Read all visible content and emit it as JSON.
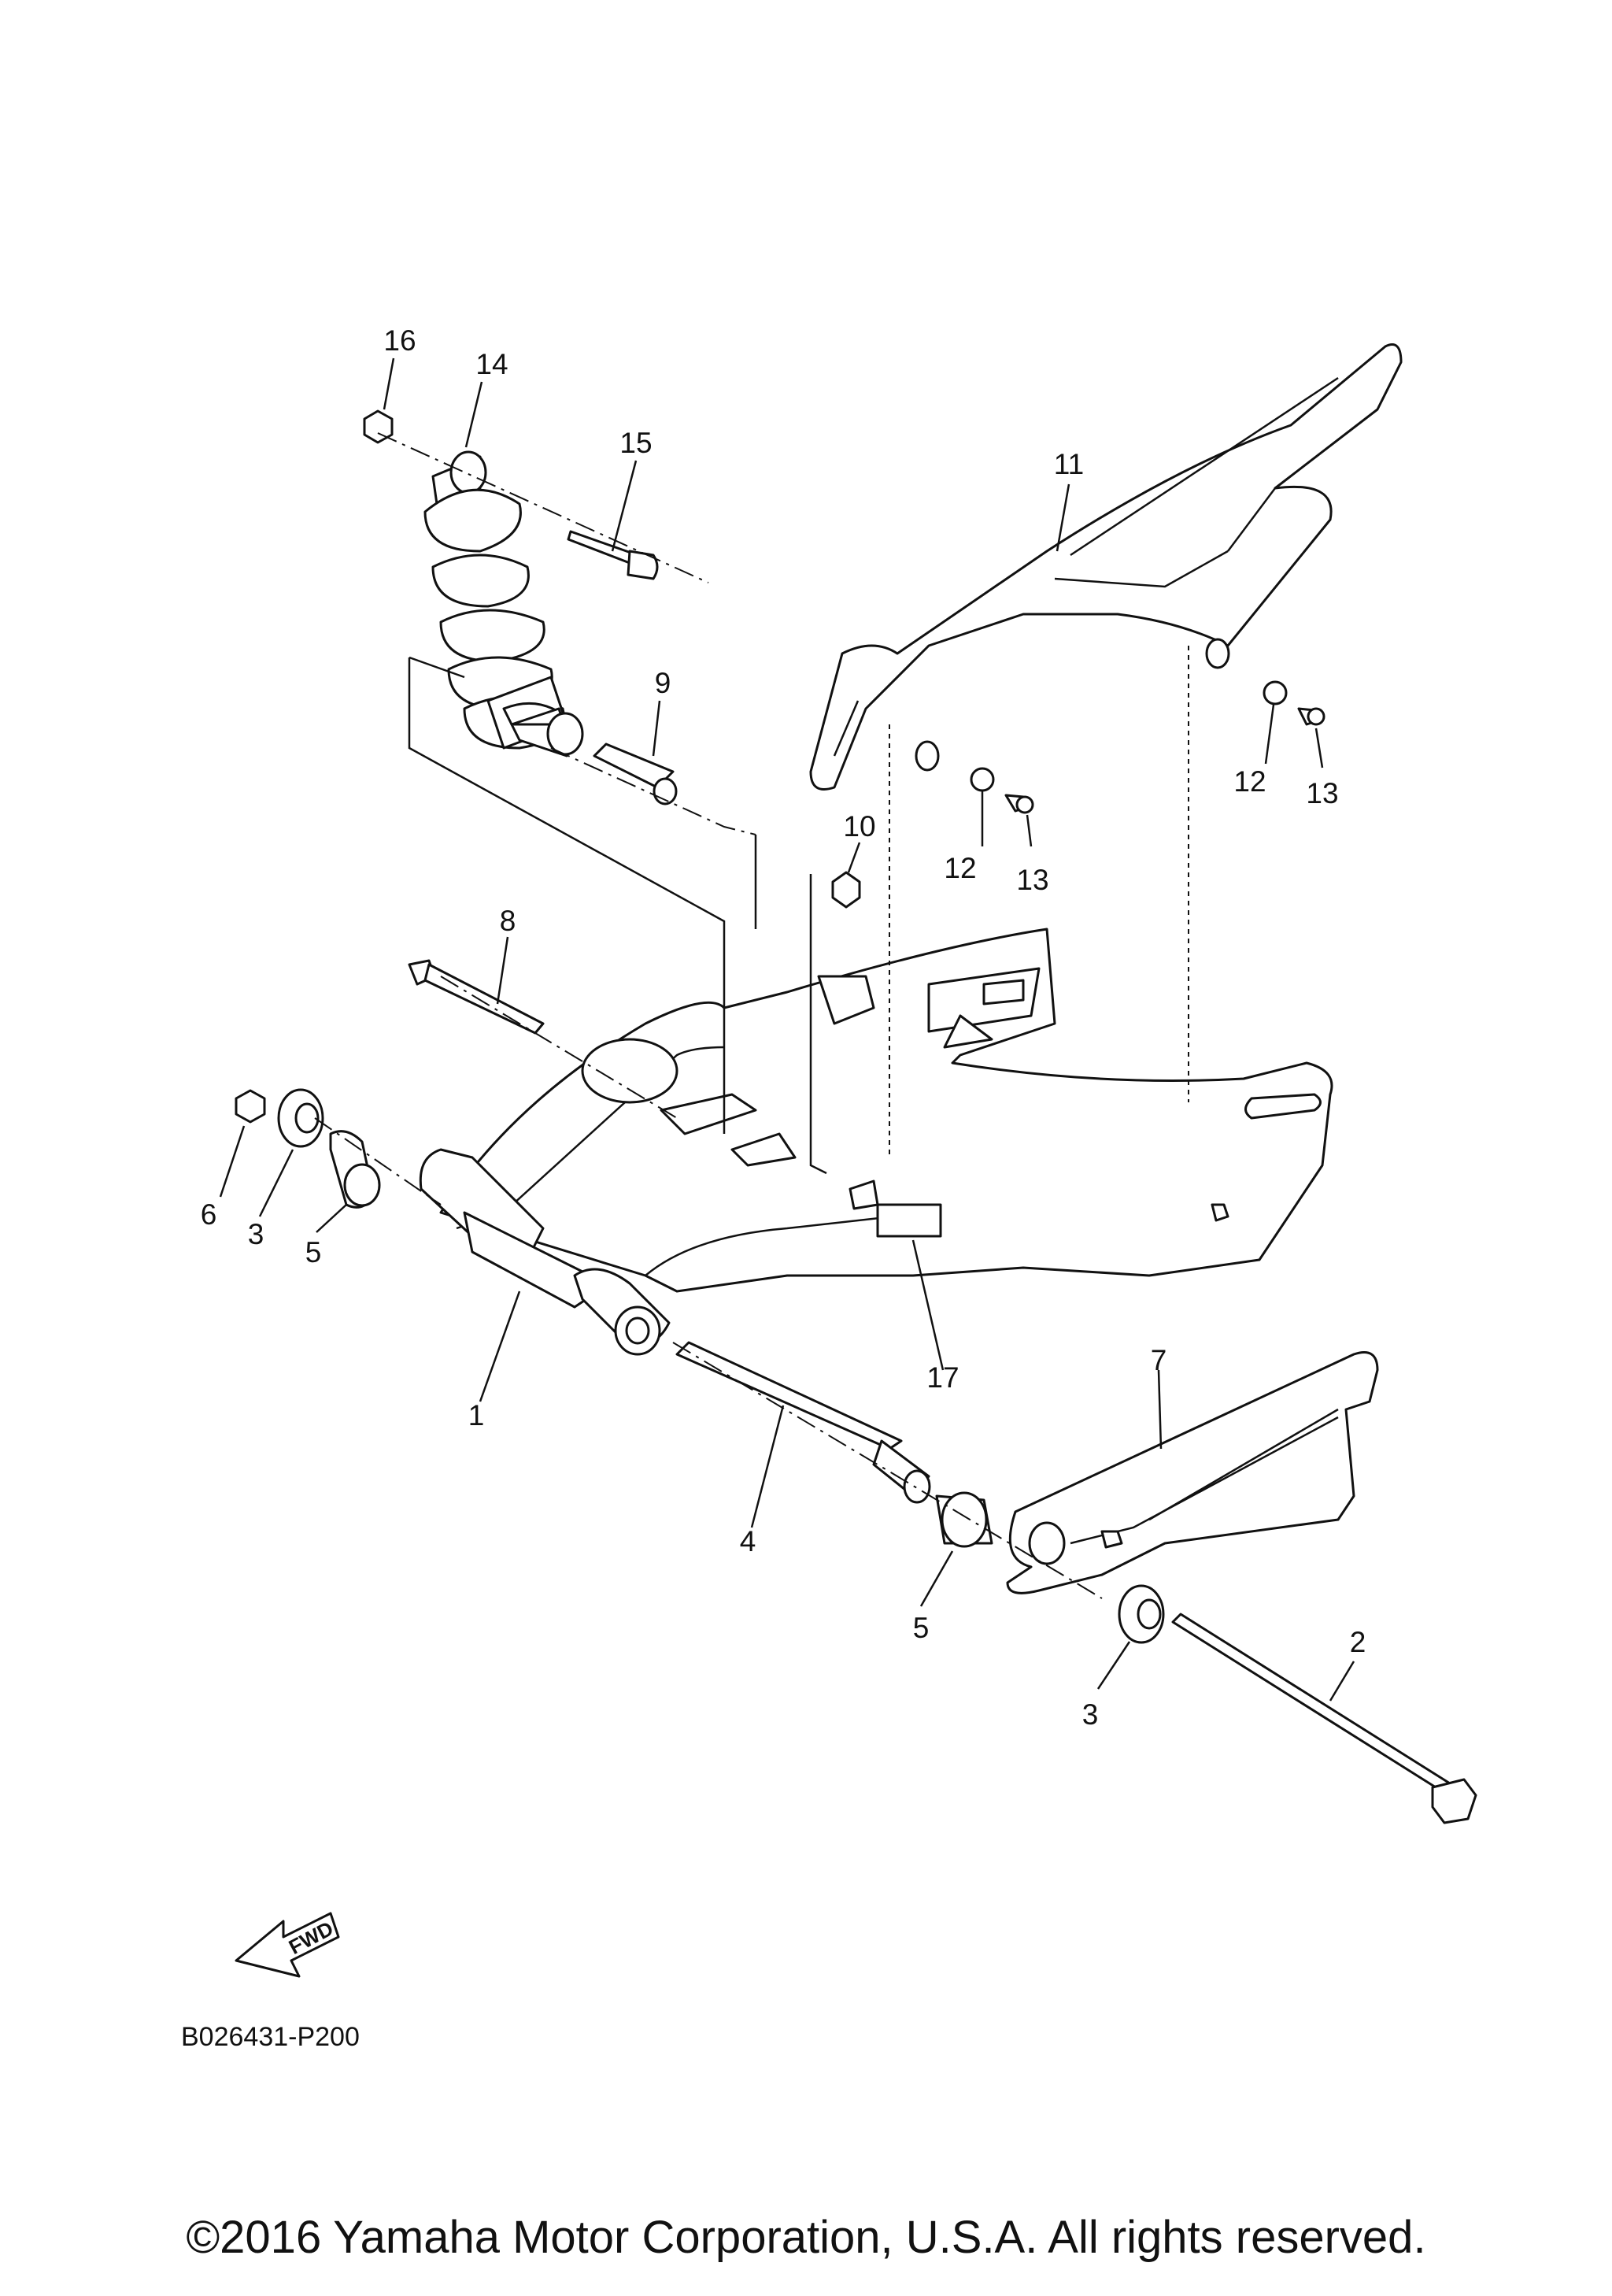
{
  "diagram": {
    "callouts": {
      "c1": "1",
      "c2": "2",
      "c3a": "3",
      "c3b": "3",
      "c4": "4",
      "c5a": "5",
      "c5b": "5",
      "c6": "6",
      "c7": "7",
      "c8": "8",
      "c9": "9",
      "c10": "10",
      "c11": "11",
      "c12a": "12",
      "c12b": "12",
      "c13a": "13",
      "c13b": "13",
      "c14": "14",
      "c15": "15",
      "c16": "16",
      "c17": "17"
    },
    "fwd_label": "FWD",
    "drawing_code": "B026431-P200",
    "copyright": "©2016 Yamaha Motor Corporation, U.S.A. All rights reserved."
  }
}
